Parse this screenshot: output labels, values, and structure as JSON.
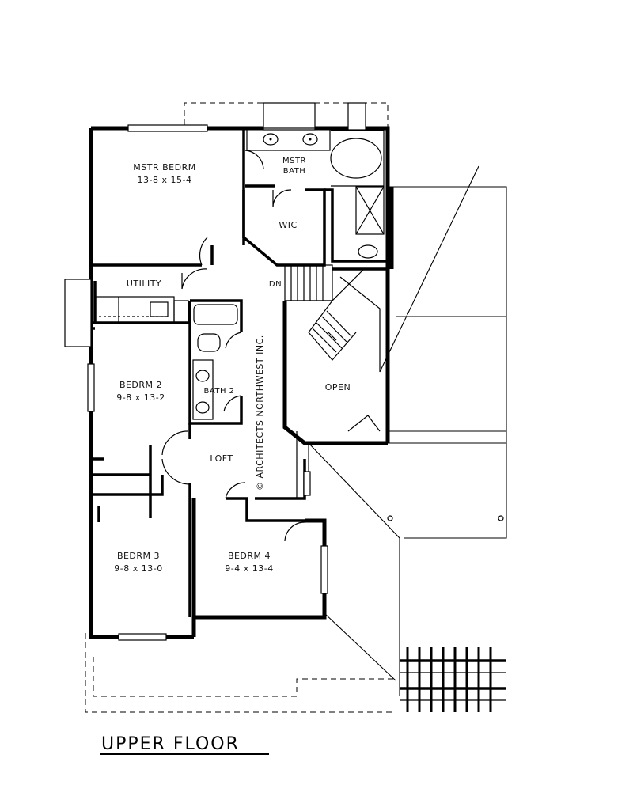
{
  "plan": {
    "title": "UPPER FLOOR",
    "watermark": "© ARCHITECTS NORTHWEST INC.",
    "rooms": {
      "master_bedroom": {
        "name": "MSTR BEDRM",
        "dims": "13-8 x 15-4"
      },
      "master_bath": {
        "name_line1": "MSTR",
        "name_line2": "BATH"
      },
      "walk_in_closet": {
        "name": "WIC"
      },
      "utility": {
        "name": "UTILITY"
      },
      "stair": {
        "name": "DN"
      },
      "bedroom_2": {
        "name": "BEDRM 2",
        "dims": "9-8 x 13-2"
      },
      "bath_2": {
        "name": "BATH 2"
      },
      "open": {
        "name": "OPEN"
      },
      "loft": {
        "name": "LOFT"
      },
      "bedroom_3": {
        "name": "BEDRM 3",
        "dims": "9-8 x 13-0"
      },
      "bedroom_4": {
        "name": "BEDRM 4",
        "dims": "9-4 x 13-4"
      }
    }
  }
}
